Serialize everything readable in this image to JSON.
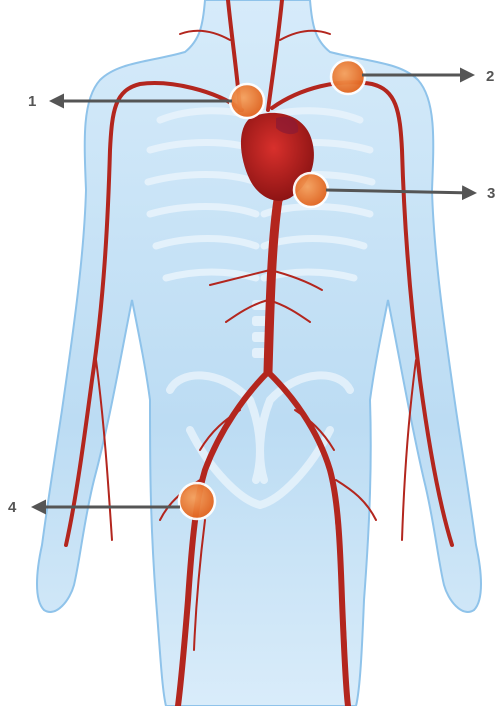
{
  "labels": {
    "l1": "1",
    "l2": "2",
    "l3": "3",
    "l4": "4"
  },
  "colors": {
    "background": "#ffffff",
    "body_fill": "#bcdcf3",
    "body_outline": "#8fc3ea",
    "skeleton": "#e7f3fc",
    "artery": "#b3261e",
    "heart": "#b31b1b",
    "marker_fill": "#f07a2a",
    "marker_ring": "#ffffff",
    "arrow": "#555555"
  }
}
